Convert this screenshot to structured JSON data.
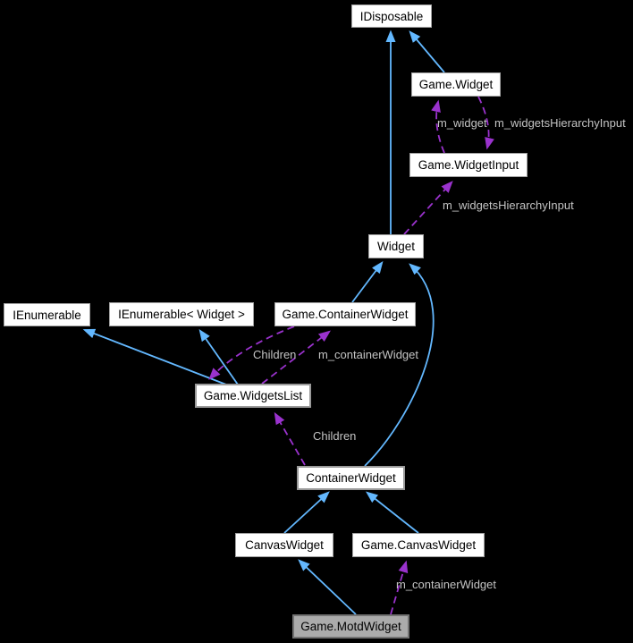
{
  "diagram": {
    "kind": "collaboration-graph",
    "colors": {
      "background": "#000000",
      "inheritance_edge": "#63B8FF",
      "usage_edge": "#9A32CD",
      "edge_label_text": "#C4C4C4",
      "node_fill": "#FFFFFF",
      "node_border": "#A2A2A2",
      "node_text": "#000000",
      "current_node_fill": "#ABABAB",
      "current_node_border": "#737373"
    },
    "nodes": [
      {
        "label": "IDisposable"
      },
      {
        "label": "Game.Widget"
      },
      {
        "label": "Game.WidgetInput"
      },
      {
        "label": "Widget"
      },
      {
        "label": "IEnumerable"
      },
      {
        "label": "IEnumerable< Widget >"
      },
      {
        "label": "Game.ContainerWidget"
      },
      {
        "label": "Game.WidgetsList"
      },
      {
        "label": "ContainerWidget"
      },
      {
        "label": "CanvasWidget"
      },
      {
        "label": "Game.CanvasWidget"
      },
      {
        "label": "Game.MotdWidget",
        "current": true
      }
    ],
    "edge_labels": [
      {
        "text": "m_widget"
      },
      {
        "text": "m_widgetsHierarchyInput"
      },
      {
        "text": "m_widgetsHierarchyInput"
      },
      {
        "text": "Children"
      },
      {
        "text": "m_containerWidget"
      },
      {
        "text": "Children"
      },
      {
        "text": "m_containerWidget"
      }
    ]
  }
}
